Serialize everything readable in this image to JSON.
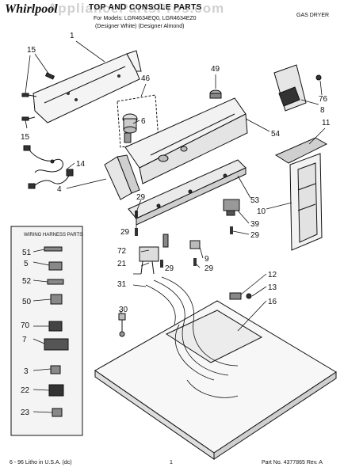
{
  "header": {
    "brand": "Whirlpool",
    "title": "TOP AND CONSOLE PARTS",
    "models": "For Models: LGR4634EQ0, LGR4634EZ0",
    "colors": "(Designer White) (Designer Almond)",
    "product": "GAS DRYER"
  },
  "watermark": "AppliancePartsPros.com",
  "legend": {
    "title": "WIRING HARNESS PARTS",
    "items": [
      "51",
      "5",
      "52",
      "50",
      "70",
      "7",
      "3",
      "22",
      "23"
    ]
  },
  "callouts": [
    "1",
    "15",
    "15",
    "46",
    "6",
    "49",
    "76",
    "8",
    "11",
    "54",
    "14",
    "4",
    "53",
    "29",
    "29",
    "10",
    "39",
    "29",
    "72",
    "9",
    "21",
    "29",
    "29",
    "31",
    "12",
    "13",
    "30",
    "16"
  ],
  "footer": {
    "left": "6 - 96 Litho in U.S.A. (dc)",
    "center": "1",
    "right": "Part No. 4377865 Rev. A"
  },
  "colors": {
    "line": "#111111",
    "panel": "#f4f4f4",
    "part_dark": "#333333"
  }
}
